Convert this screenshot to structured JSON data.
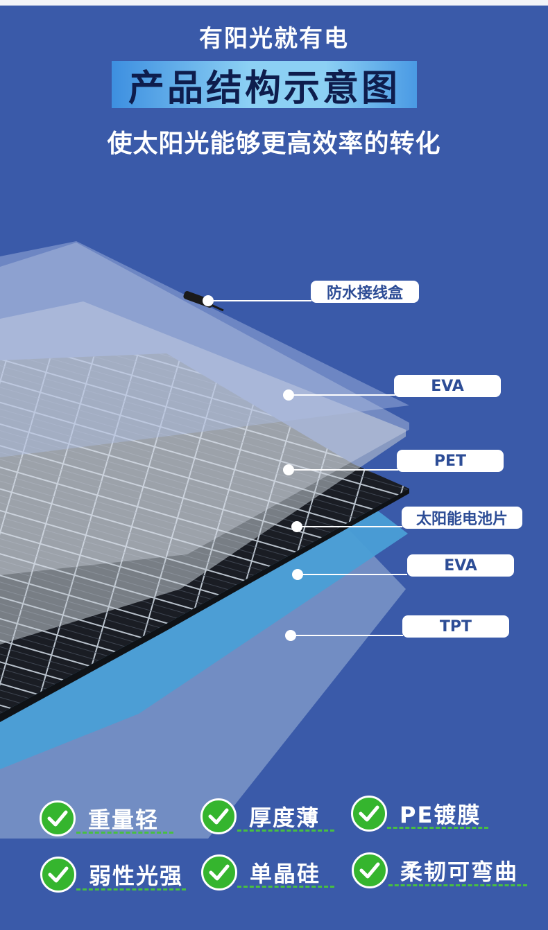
{
  "header": {
    "slogan": "有阳光就有电",
    "title": "产品结构示意图",
    "subtitle": "使太阳光能够更高效率的转化"
  },
  "layers": [
    {
      "label": "防水接线盒"
    },
    {
      "label": "EVA"
    },
    {
      "label": "PET"
    },
    {
      "label": "太阳能电池片"
    },
    {
      "label": "EVA"
    },
    {
      "label": "TPT"
    }
  ],
  "features": [
    {
      "label": "重量轻",
      "icon": "check-icon"
    },
    {
      "label": "厚度薄",
      "icon": "check-icon"
    },
    {
      "label": "PE镀膜",
      "icon": "check-icon"
    },
    {
      "label": "弱性光强",
      "icon": "check-icon"
    },
    {
      "label": "单晶硅",
      "icon": "check-icon"
    },
    {
      "label": "柔韧可弯曲",
      "icon": "check-icon"
    }
  ],
  "colors": {
    "background": "#3a5aa9",
    "title_gradient": "#8cd0f4",
    "check_green": "#35b52e",
    "label_text": "#2d4d96"
  }
}
